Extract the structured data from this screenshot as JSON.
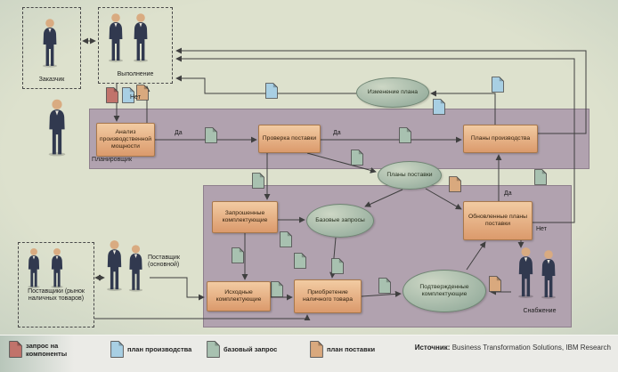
{
  "colors": {
    "doc_request": "#c1736b",
    "doc_production": "#a8cfe3",
    "doc_base": "#a8c1b0",
    "doc_supply": "#d9a97e",
    "panel": "#b1a2af",
    "process_top": "#f2cba2",
    "process_bottom": "#db9a6c",
    "ellipse_top": "#cdd7c5",
    "ellipse_bottom": "#8ba595",
    "arrow": "#3f3f3f"
  },
  "nodes": {
    "customer": "Заказчик",
    "execution": "Выполнение",
    "planner": "Планировщик",
    "capacity_analysis": "Анализ производственной мощности",
    "delivery_check": "Проверка поставки",
    "production_plans": "Планы производства",
    "plan_change": "Изменение плана",
    "delivery_plans": "Планы поставки",
    "requested_components": "Запрошенные комплектующие",
    "base_requests": "Базовые запросы",
    "updated_delivery_plans": "Обновленные планы поставки",
    "source_components": "Исходные комплектующие",
    "spot_purchase": "Приобретение наличного товара",
    "confirmed_components": "Подтвержденные комплектующие",
    "supplier_main": "Поставщик (основной)",
    "suppliers_spot": "Поставщики (рынок наличных товаров)",
    "procurement": "Снабжение"
  },
  "labels": {
    "yes": "Да",
    "no": "Нет"
  },
  "legend": {
    "items": [
      {
        "label": "запрос на компоненты"
      },
      {
        "label": "план производства"
      },
      {
        "label": "базовый запрос"
      },
      {
        "label": "план поставки"
      }
    ],
    "source_label": "Источник:",
    "source_text": "Business Transformation Solutions, IBM Research"
  }
}
